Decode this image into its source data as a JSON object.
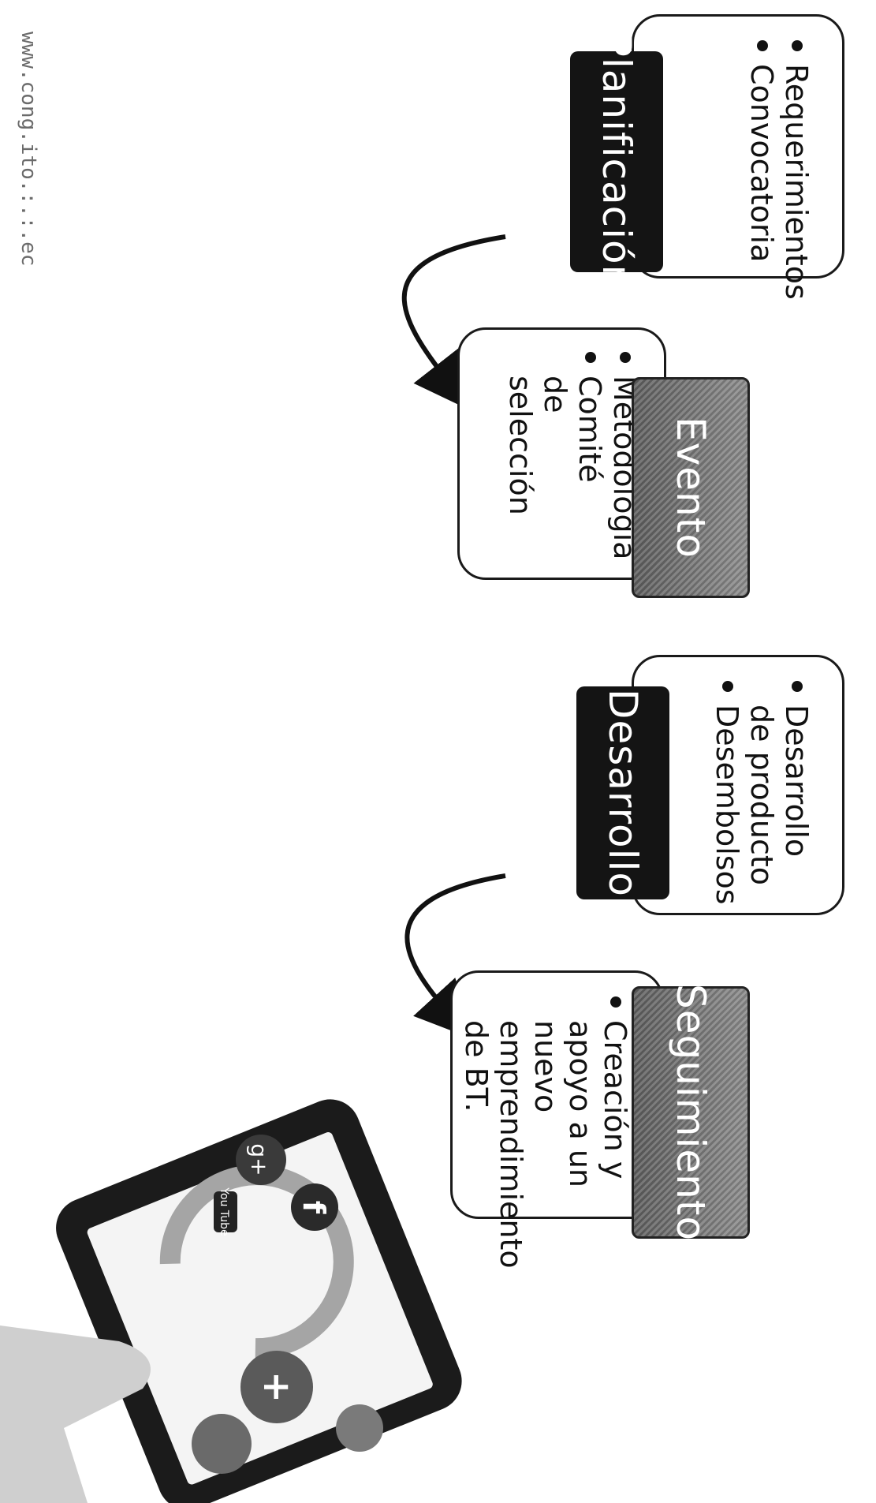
{
  "website": "www.cong.ito.:.:.ec",
  "phases": [
    {
      "id": "planificacion",
      "label": "Planificación",
      "items": [
        "Requerimientos",
        "Convocatoria"
      ]
    },
    {
      "id": "evento",
      "label": "Evento",
      "items": [
        "Metodología",
        "Comité de selección"
      ]
    },
    {
      "id": "desarrollo",
      "label": "Desarrollo",
      "items": [
        "Desarrollo de producto",
        "Desembolsos"
      ]
    },
    {
      "id": "seguimiento",
      "label": "Seguimiento",
      "items": [
        "Creación y apoyo a un nuevo emprendimiento de BT."
      ]
    }
  ],
  "tablet": {
    "youtube_text": "You Tube"
  }
}
